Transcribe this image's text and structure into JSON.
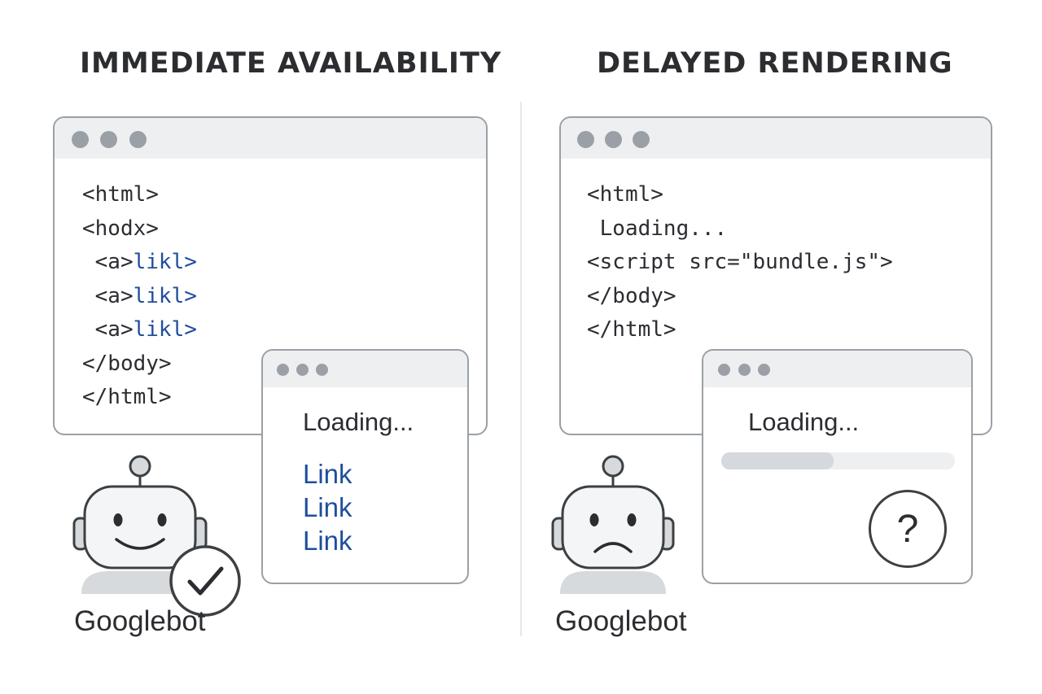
{
  "left": {
    "heading": "IMMEDIATE AVAILABILITY",
    "code_lines": [
      {
        "text": "<html>"
      },
      {
        "text": "<hodx>"
      },
      {
        "text": " <a>",
        "blue": "likl>"
      },
      {
        "text": " <a>",
        "blue": "likl>"
      },
      {
        "text": " <a>",
        "blue": "likl>"
      },
      {
        "text": "</body>"
      },
      {
        "text": "</html>"
      }
    ],
    "popup": {
      "loading_text": "Loading...",
      "links": [
        "Link",
        "Link",
        "Link"
      ]
    },
    "bot_label": "Googlebot",
    "bot_mood": "happy",
    "badge_icon": "checkmark-icon"
  },
  "right": {
    "heading": "DELAYED RENDERING",
    "code_lines": [
      {
        "text": "<html>"
      },
      {
        "text": " Loading..."
      },
      {
        "text": "<script src=\"bundle.js\">"
      },
      {
        "text": "</body>"
      },
      {
        "text": "</html>"
      }
    ],
    "popup": {
      "loading_text": "Loading...",
      "progress": 0.48,
      "question_mark": "?"
    },
    "bot_label": "Googlebot",
    "bot_mood": "sad"
  },
  "colors": {
    "link_blue": "#1f4e9c",
    "window_border": "#9aa0a6",
    "titlebar": "#eeeff1",
    "text": "#2b2d31"
  }
}
